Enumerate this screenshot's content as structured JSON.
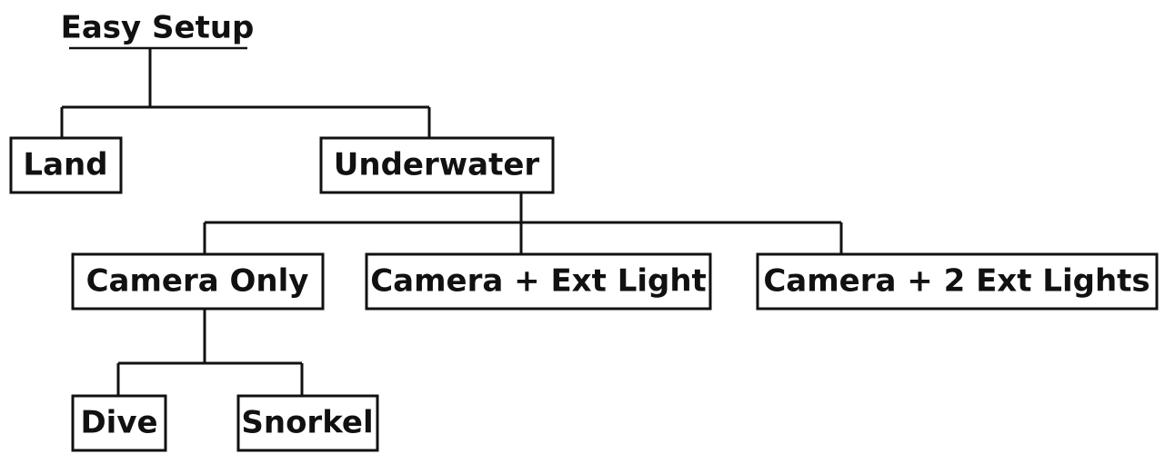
{
  "diagram": {
    "root": {
      "label": "Easy Setup"
    },
    "nodes": {
      "land": {
        "label": "Land"
      },
      "underwater": {
        "label": "Underwater"
      },
      "camera_only": {
        "label": "Camera Only"
      },
      "camera_ext_light": {
        "label": "Camera + Ext Light"
      },
      "camera_2_ext_lights": {
        "label": "Camera + 2 Ext Lights"
      },
      "dive": {
        "label": "Dive"
      },
      "snorkel": {
        "label": "Snorkel"
      }
    }
  }
}
